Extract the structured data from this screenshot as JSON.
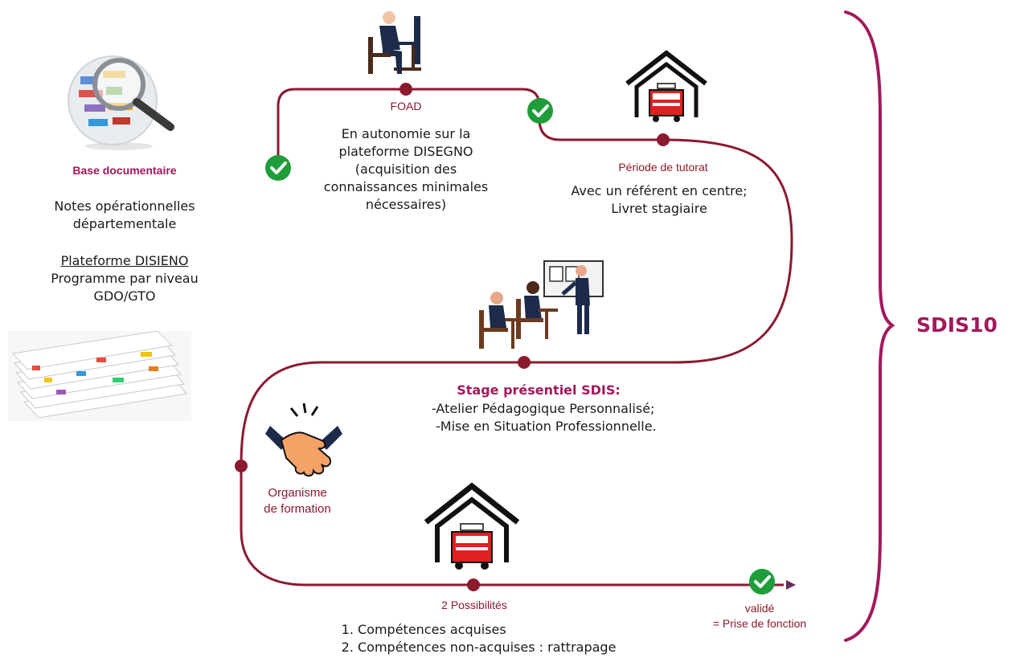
{
  "sidebar": {
    "title": "Base documentaire",
    "notes": "Notes opérationnelles départementale",
    "platform_link": "Plateforme DISIENO",
    "program_line1": "Programme par niveau",
    "program_line2": "GDO/GTO"
  },
  "steps": {
    "foad": {
      "label": "FOAD",
      "desc_line1": "En autonomie sur la",
      "desc_line2": "plateforme DISEGNO",
      "desc_line3": "(acquisition des",
      "desc_line4": "connaissances minimales",
      "desc_line5": "nécessaires)"
    },
    "tutorat": {
      "label": "Période de tutorat",
      "desc_line1": "Avec un référent en centre;",
      "desc_line2": "Livret stagiaire"
    },
    "stage": {
      "title": "Stage présentiel SDIS:",
      "item1": "-Atelier Pédagogique Personnalisé;",
      "item2": "-Mise en Situation Professionnelle."
    },
    "organisme": {
      "label_line1": "Organisme",
      "label_line2": "de formation"
    },
    "possibilites": {
      "label": "2 Possibilités",
      "items": [
        "Compétences acquises",
        "Compétences non-acquises : rattrapage"
      ]
    },
    "valide": {
      "label_line1": "validé",
      "label_line2": "= Prise de fonction"
    }
  },
  "brace_label": "SDIS10",
  "colors": {
    "path": "#8b1a2e",
    "accent": "#a3195b",
    "check": "#1f9d3a",
    "truck": "#e02020"
  },
  "icons": [
    "magnifier-globe-icon",
    "document-stack-icon",
    "person-at-computer-icon",
    "fire-station-icon",
    "classroom-icon",
    "handshake-icon",
    "check-icon",
    "arrow-icon"
  ]
}
